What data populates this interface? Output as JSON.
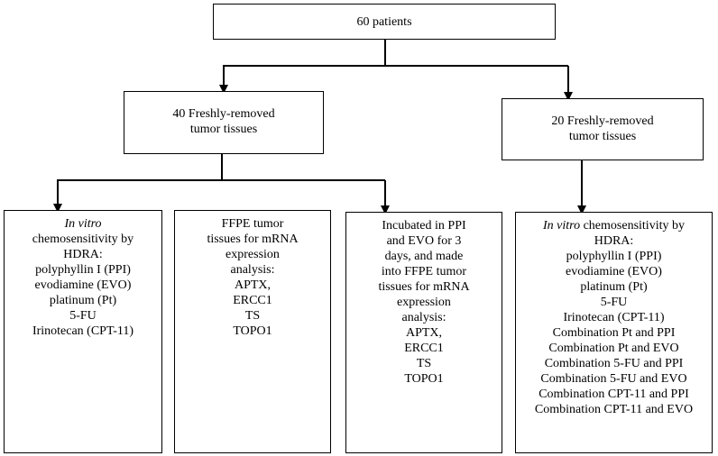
{
  "top_box": {
    "label": "60 patients"
  },
  "mid_left": {
    "lines": [
      "40 Freshly-removed",
      "tumor tissues"
    ]
  },
  "mid_right": {
    "lines": [
      "20 Freshly-removed",
      "tumor tissues"
    ]
  },
  "box1": {
    "italic_prefix": "In vitro",
    "lines": [
      "chemosensitivity by",
      "HDRA:",
      "polyphyllin I (PPI)",
      "evodiamine (EVO)",
      "platinum (Pt)",
      "5-FU",
      "Irinotecan (CPT-11)"
    ]
  },
  "box2": {
    "lines": [
      "FFPE tumor",
      "tissues for mRNA",
      "expression",
      "analysis:",
      "APTX,",
      "ERCC1",
      "TS",
      "TOPO1"
    ]
  },
  "box3": {
    "lines": [
      "Incubated in PPI",
      "and EVO for 3",
      "days, and made",
      "into FFPE tumor",
      "tissues for mRNA",
      "expression",
      "analysis:",
      "APTX,",
      "ERCC1",
      "TS",
      "TOPO1"
    ]
  },
  "box4": {
    "italic_prefix": "In vitro",
    "first_line_rest": " chemosensitivity by",
    "lines": [
      "HDRA:",
      "polyphyllin I (PPI)",
      "evodiamine (EVO)",
      "platinum (Pt)",
      "5-FU",
      "Irinotecan (CPT-11)",
      "Combination Pt and PPI",
      "Combination Pt and EVO",
      "Combination 5-FU and PPI",
      "Combination 5-FU and EVO",
      "Combination CPT-11 and PPI",
      "Combination CPT-11 and EVO"
    ]
  }
}
